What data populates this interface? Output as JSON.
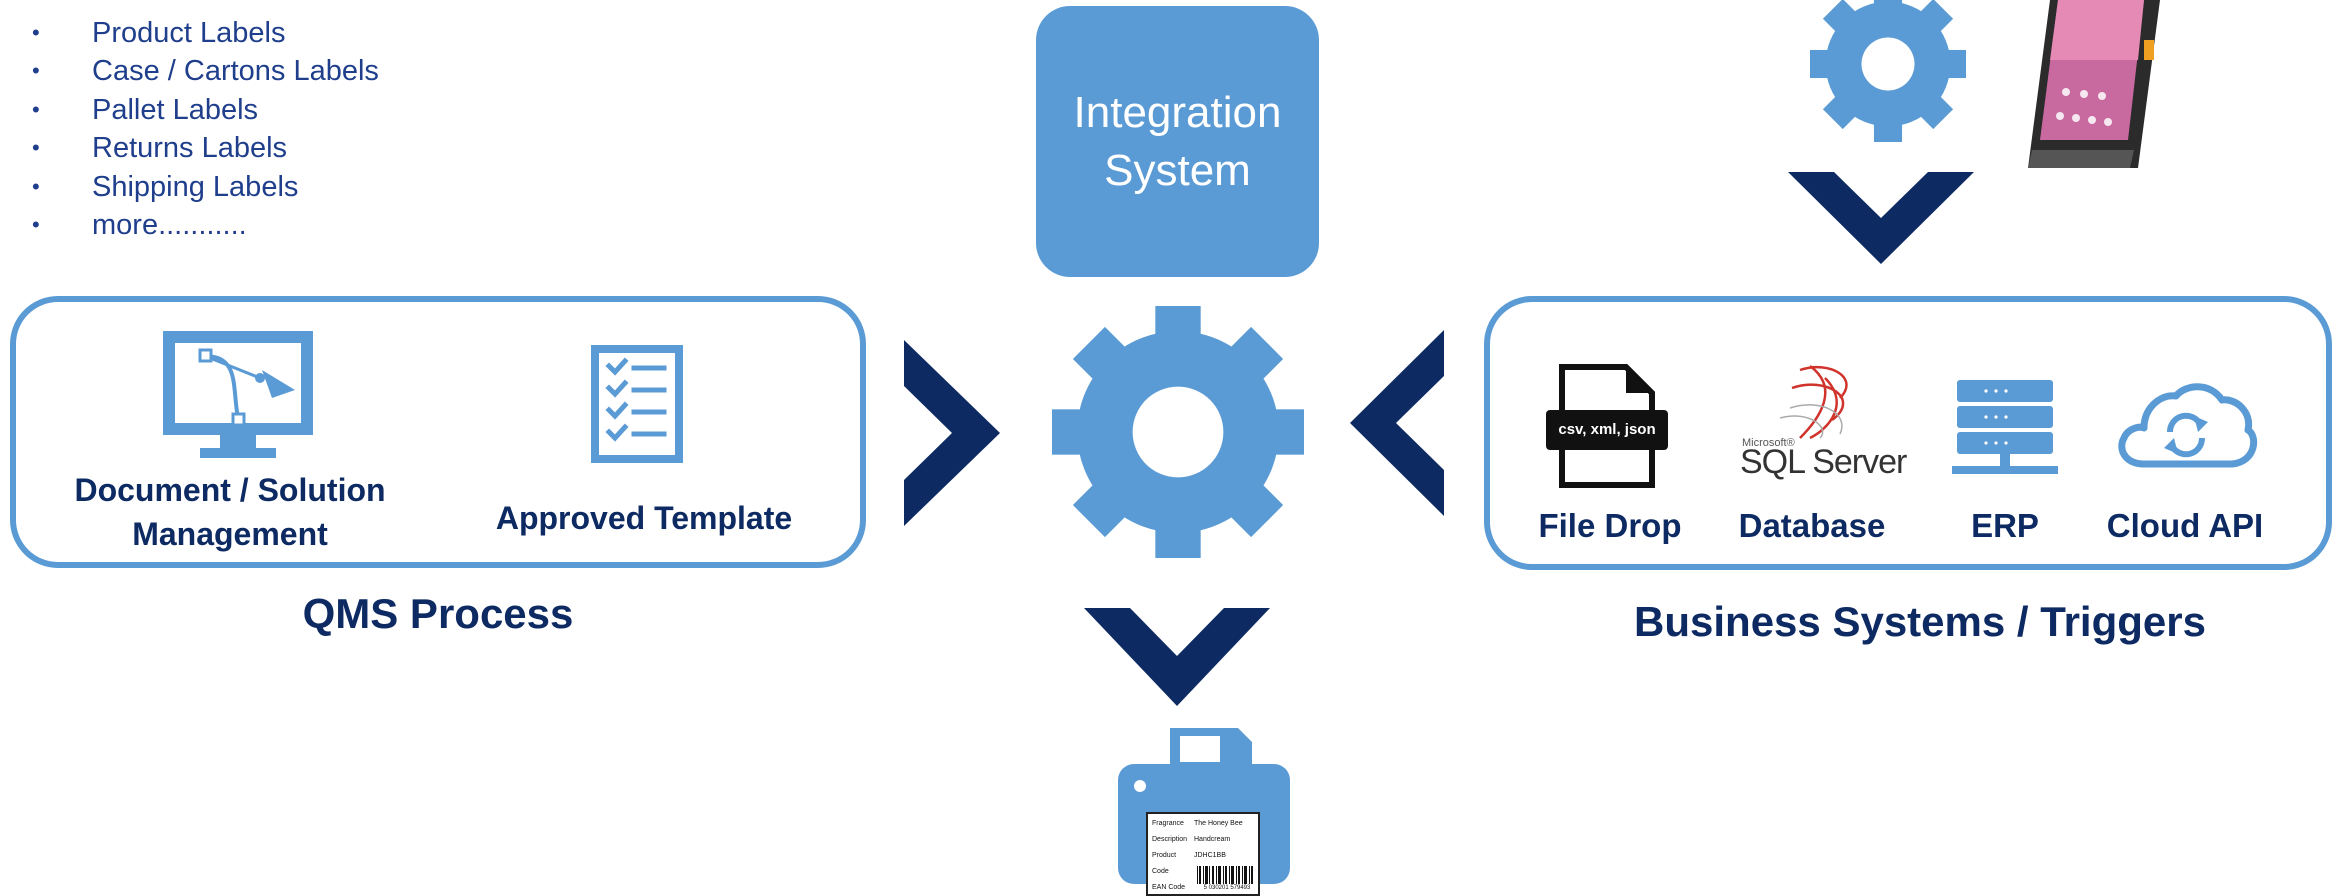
{
  "label_list": {
    "bullet": "•",
    "items": [
      "Product Labels",
      "Case / Cartons Labels",
      "Pallet Labels",
      "Returns Labels",
      "Shipping Labels",
      "more..........."
    ]
  },
  "integration": {
    "line1": "Integration",
    "line2": "System"
  },
  "qms": {
    "document_label_line1": "Document / Solution",
    "document_label_line2": "Management",
    "template_label": "Approved Template",
    "title": "QMS Process"
  },
  "business": {
    "file_drop_badge": "csv, xml, json",
    "file_drop_label": "File Drop",
    "sql_brand": "Microsoft®",
    "sql_name": "SQL Server",
    "database_label": "Database",
    "erp_label": "ERP",
    "cloud_label": "Cloud API",
    "title": "Business Systems / Triggers"
  },
  "label_sheet": {
    "rows": [
      {
        "field": "Fragrance",
        "value": "The Honey Bee"
      },
      {
        "field": "Description",
        "value": "Handcream"
      },
      {
        "field": "Product Code",
        "value": "JDHC1BB"
      },
      {
        "field": "EAN Code",
        "value": ""
      }
    ],
    "barcode_digits": "5 030201 579493"
  },
  "colors": {
    "light_blue": "#5b9bd5",
    "navy": "#0d2a63",
    "text_blue": "#1f3f8c"
  }
}
